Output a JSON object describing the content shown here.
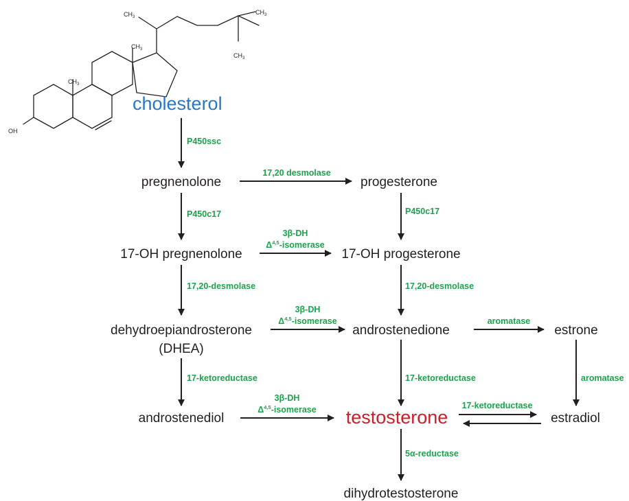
{
  "colors": {
    "text": "#231f20",
    "enzyme": "#1aa34a",
    "cholesterol": "#2878c3",
    "testosterone": "#c8202a"
  },
  "structure": {
    "oh": "OH",
    "ch3": "CH",
    "ch3_sub": "3"
  },
  "compounds": {
    "cholesterol": "cholesterol",
    "pregnenolone": "pregnenolone",
    "progesterone": "progesterone",
    "oh17_pregnenolone": "17-OH pregnenolone",
    "oh17_progesterone": "17-OH progesterone",
    "dhea": "dehydroepiandrosterone",
    "dhea_abbr": "(DHEA)",
    "androstenedione": "androstenedione",
    "estrone": "estrone",
    "androstenediol": "androstenediol",
    "testosterone": "testosterone",
    "estradiol": "estradiol",
    "dihydrotestosterone": "dihydrotestosterone"
  },
  "enzymes": {
    "p450ssc": "P450ssc",
    "desmolase_1720_top": "17,20 desmolase",
    "p450c17_left": "P450c17",
    "p450c17_right": "P450c17",
    "hsd3b_1_line1": "3β-DH",
    "hsd3b_1_delta": "Δ",
    "hsd3b_1_sup": "4,5",
    "hsd3b_1_rest": "-isomerase",
    "desmolase_left": "17,20-desmolase",
    "desmolase_right": "17,20-desmolase",
    "hsd3b_2_line1": "3β-DH",
    "hsd3b_2_delta": "Δ",
    "hsd3b_2_sup": "4,5",
    "hsd3b_2_rest": "-isomerase",
    "aromatase_top": "aromatase",
    "ketored_left": "17-ketoreductase",
    "ketored_mid": "17-ketoreductase",
    "aromatase_right": "aromatase",
    "hsd3b_3_line1": "3β-DH",
    "hsd3b_3_delta": "Δ",
    "hsd3b_3_sup": "4,5",
    "hsd3b_3_rest": "-isomerase",
    "ketored_estradiol": "17-ketoreductase",
    "reductase_5a": "5α-reductase"
  }
}
